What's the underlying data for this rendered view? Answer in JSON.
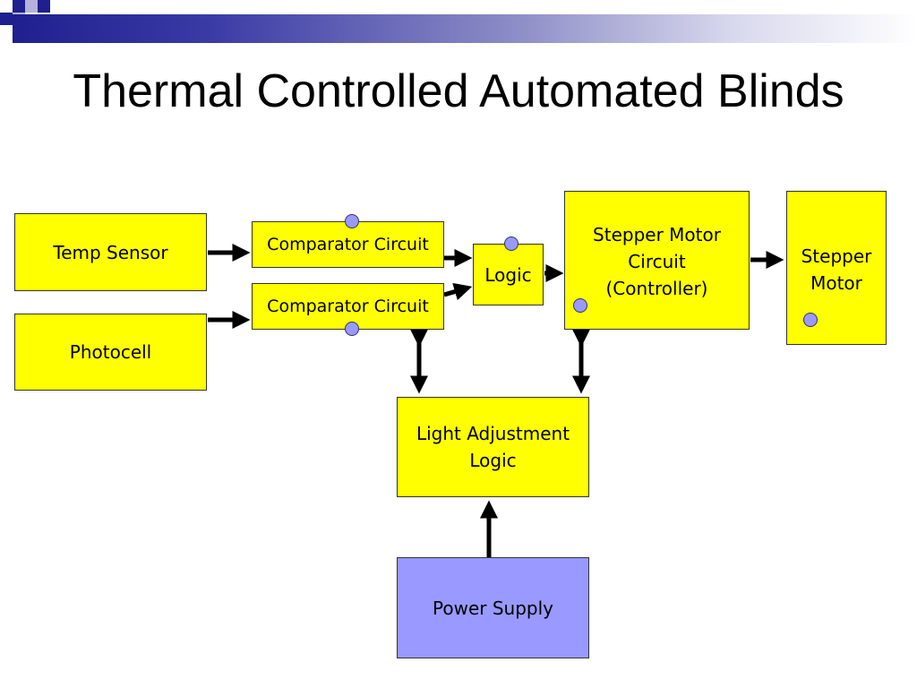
{
  "slide": {
    "title": "Thermal Controlled Automated Blinds"
  },
  "blocks": {
    "temp_sensor": "Temp Sensor",
    "photocell": "Photocell",
    "comparator_top": "Comparator Circuit",
    "comparator_bottom": "Comparator Circuit",
    "logic": "Logic",
    "stepper_controller": "Stepper Motor\nCircuit\n(Controller)",
    "stepper_motor": "Stepper\nMotor",
    "light_adjustment": "Light Adjustment\nLogic",
    "power_supply": "Power Supply"
  },
  "colors": {
    "block_fill": "#ffff00",
    "power_supply_fill": "#9999ff",
    "dot_fill": "#9999ff",
    "title_bar_dark": "#1f1f8f"
  }
}
